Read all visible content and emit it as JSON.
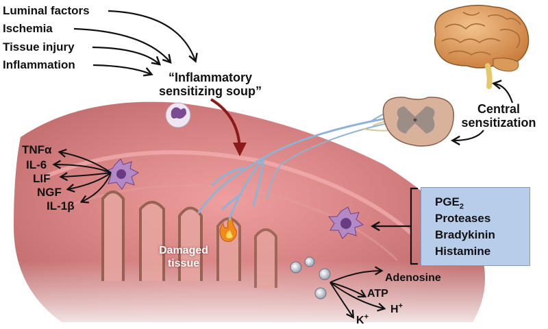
{
  "triggers": {
    "luminal": "Luminal factors",
    "ischemia": "Ischemia",
    "injury": "Tissue injury",
    "inflammation": "Inflammation"
  },
  "soup": {
    "line1": "“Inflammatory",
    "line2": "sensitizing soup”"
  },
  "cytokines": {
    "tnf": "TNFα",
    "il6": "IL-6",
    "lif": "LIF",
    "ngf": "NGF",
    "il1": "IL-1β"
  },
  "central": {
    "line1": "Central",
    "line2": "sensitization"
  },
  "mediators": {
    "pge": "PGE",
    "pge_sub": "2",
    "proteases": "Proteases",
    "bradykinin": "Bradykinin",
    "histamine": "Histamine"
  },
  "damaged": {
    "line1": "Damaged",
    "line2": "tissue"
  },
  "ions": {
    "adenosine": "Adenosine",
    "atp": "ATP",
    "h": "H",
    "h_sup": "+",
    "k": "K",
    "k_sup": "+"
  },
  "colors": {
    "dark_arrow": "#111111",
    "red_arrow": "#8b1a1a",
    "nerve": "#8fb3d4",
    "box": "#b8cdea"
  }
}
